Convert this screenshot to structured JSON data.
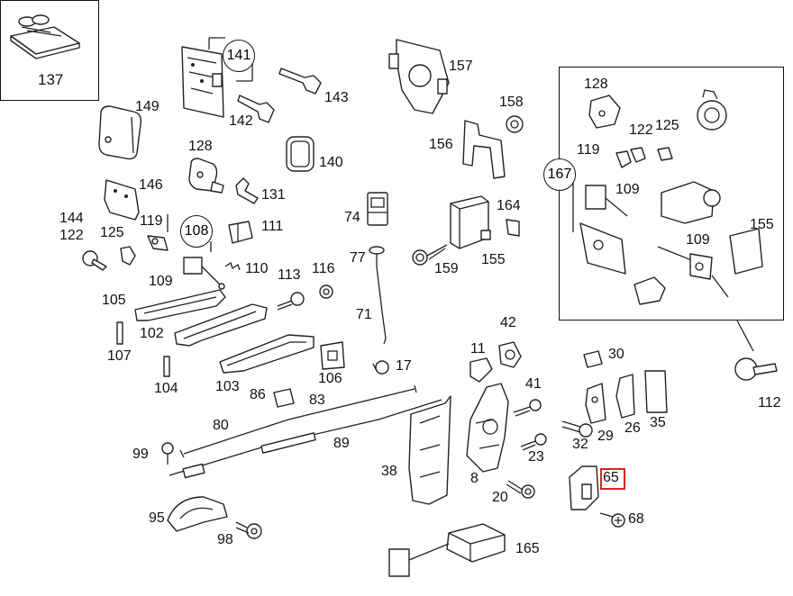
{
  "diagram": {
    "labels": {
      "p137": "137",
      "p141": "141",
      "p143": "143",
      "p142": "142",
      "p149": "149",
      "p140": "140",
      "p157": "157",
      "p158": "158",
      "p156": "156",
      "p128a": "128",
      "p131": "131",
      "p146": "146",
      "p74": "74",
      "p164": "164",
      "p144": "144",
      "p122a": "122",
      "p125a": "125",
      "p119a": "119",
      "p108": "108",
      "p111": "111",
      "p77": "77",
      "p159": "159",
      "p165a": "155",
      "p109a": "109",
      "p110": "110",
      "p113": "113",
      "p116": "116",
      "p105": "105",
      "p71": "71",
      "p102": "102",
      "p42": "42",
      "p107": "107",
      "p11": "11",
      "p104": "104",
      "p103": "103",
      "p106": "106",
      "p17": "17",
      "p86": "86",
      "p83": "83",
      "p41": "41",
      "p80": "80",
      "p99": "99",
      "p89": "89",
      "p38": "38",
      "p8": "8",
      "p23": "23",
      "p20": "20",
      "p95": "95",
      "p98": "98",
      "p165": "165",
      "p30": "30",
      "p26": "26",
      "p35": "35",
      "p29": "29",
      "p32": "32",
      "p65": "65",
      "p68": "68",
      "p112": "112",
      "p128b": "128",
      "p122b": "122",
      "p125b": "125",
      "p119b": "119",
      "p167": "167",
      "p109b": "109",
      "p155b": "155",
      "p109c": "109"
    },
    "highlighted": "65",
    "highlight_color": "#dd2222"
  }
}
